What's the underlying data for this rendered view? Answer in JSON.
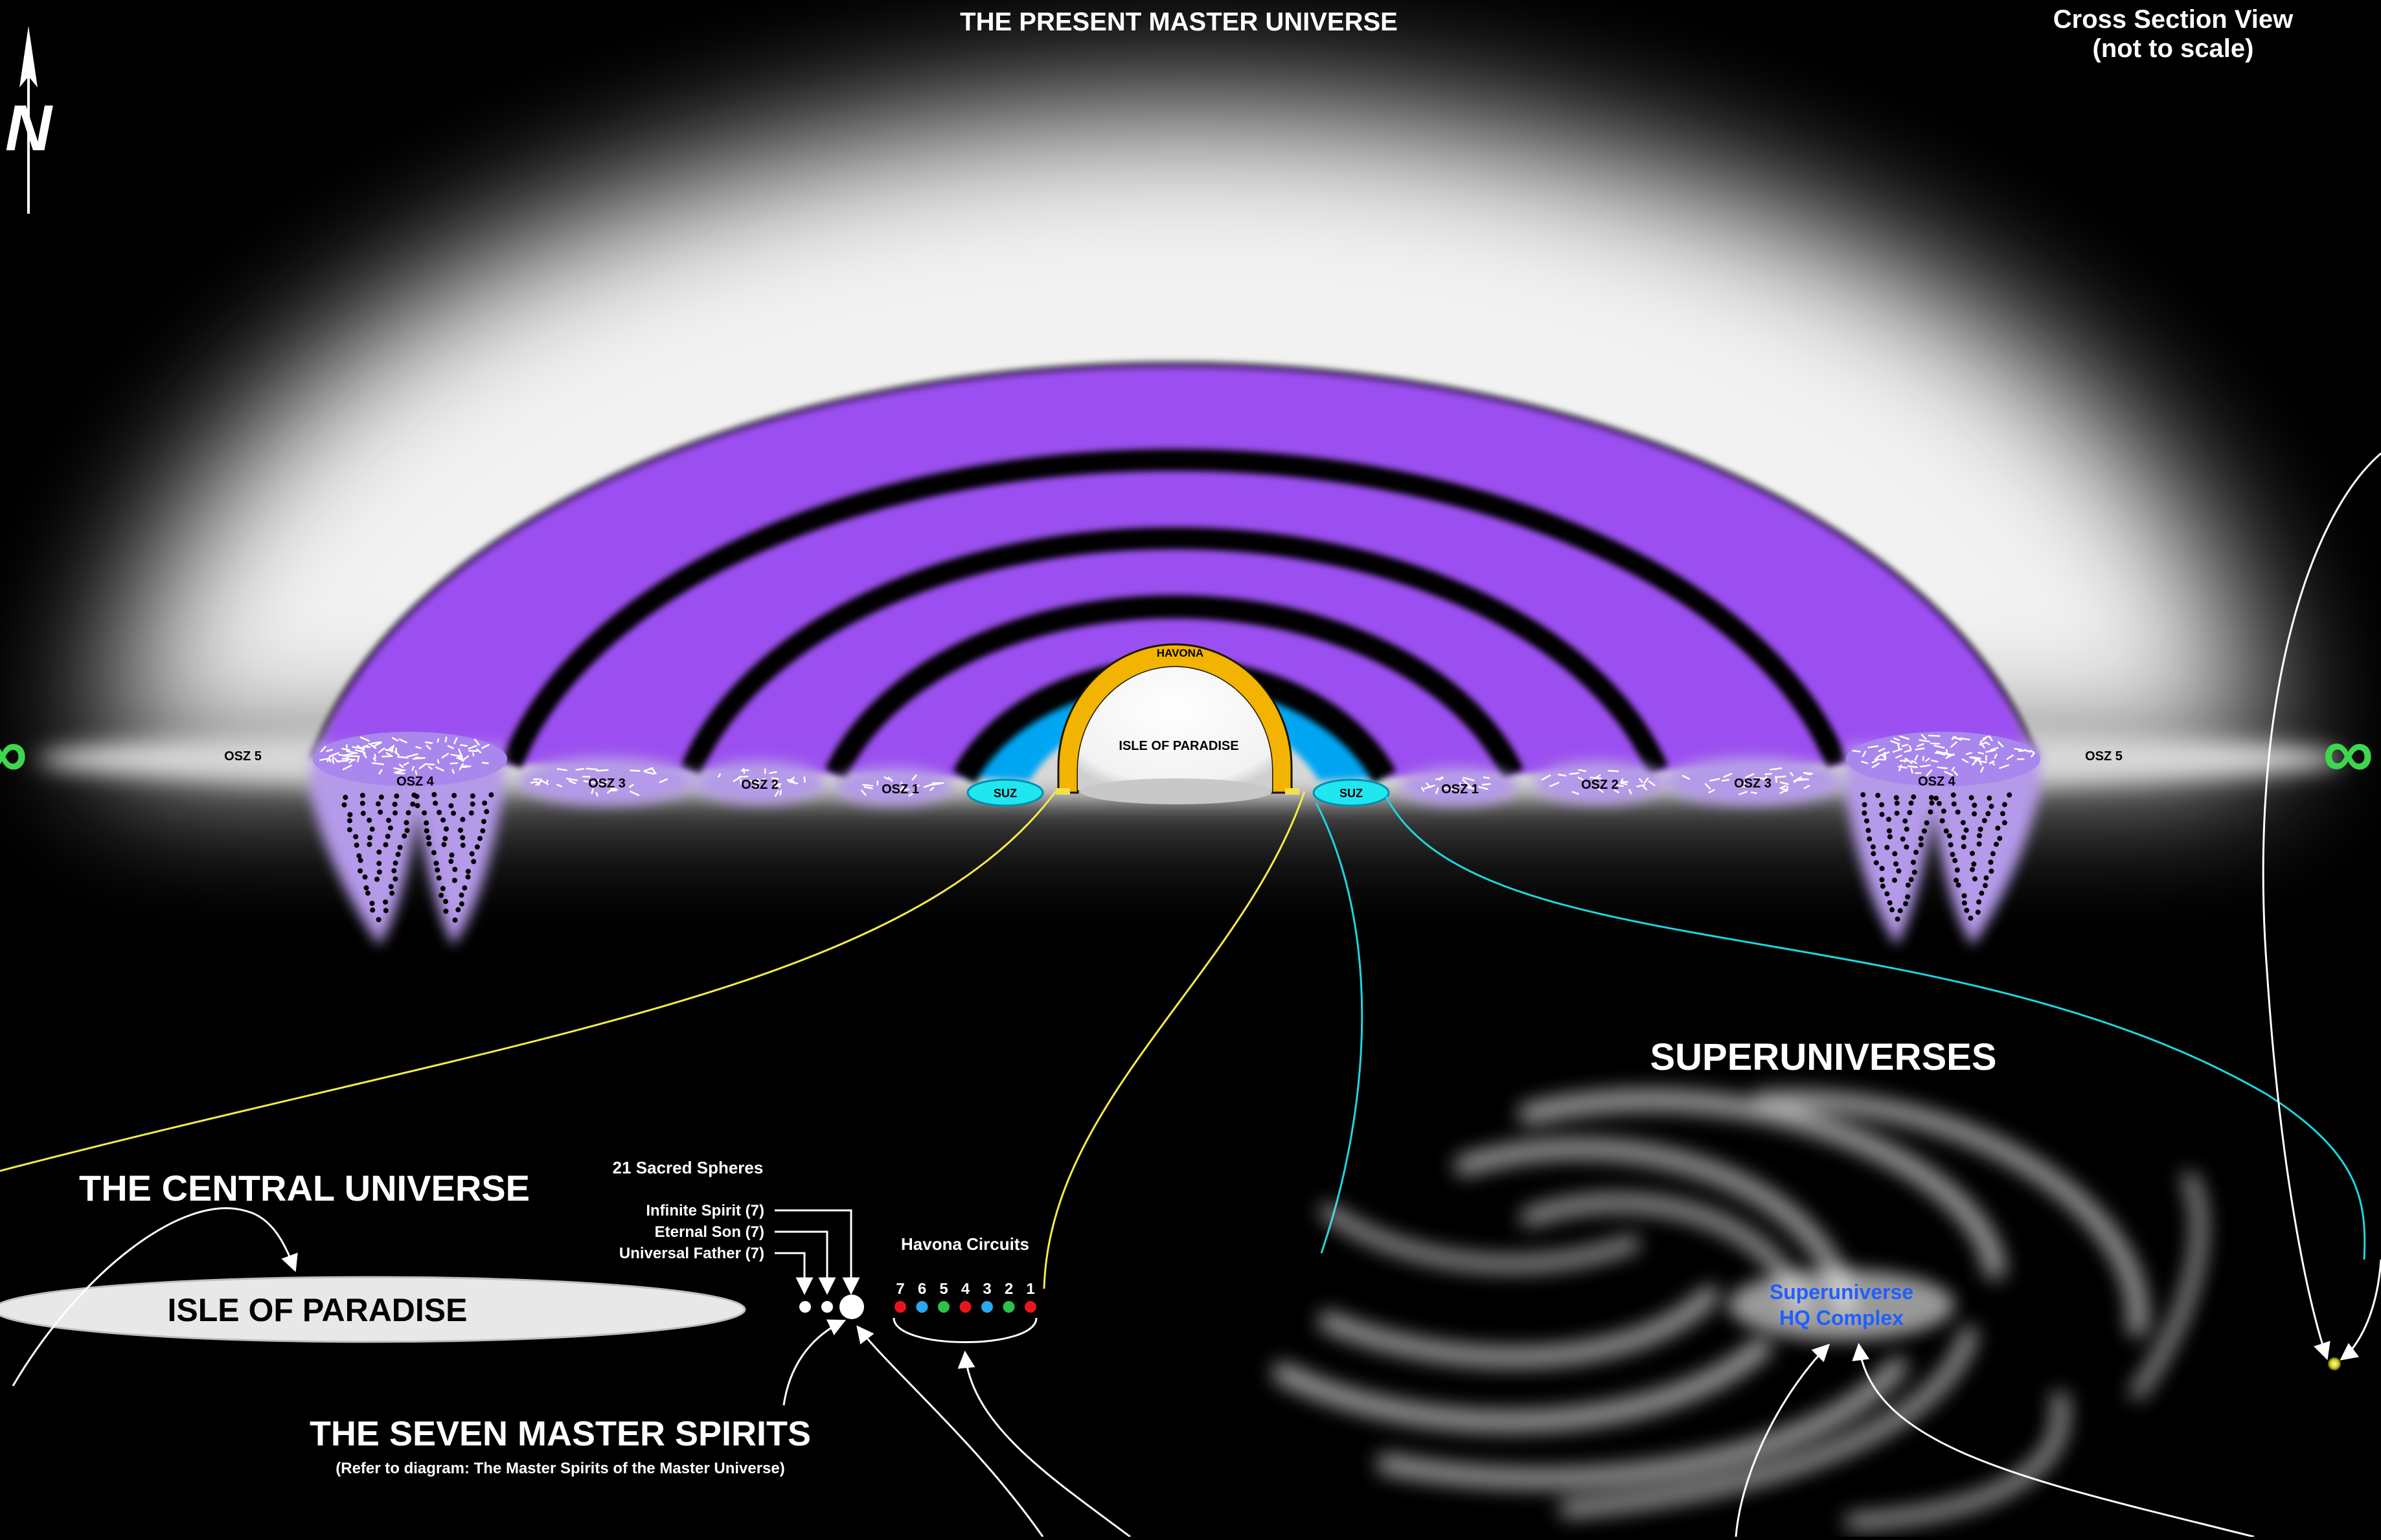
{
  "header": {
    "title": "THE PRESENT MASTER UNIVERSE",
    "view_line1": "Cross Section View",
    "view_line2": "(not to scale)"
  },
  "compass": {
    "letter": "N"
  },
  "zones": {
    "havona": "HAVONA",
    "isle": "ISLE OF PARADISE",
    "suz_left": "SUZ",
    "suz_right": "SUZ",
    "left": [
      "OSZ 5",
      "OSZ 4",
      "OSZ 3",
      "OSZ 2",
      "OSZ 1"
    ],
    "right": [
      "OSZ 1",
      "OSZ 2",
      "OSZ 3",
      "OSZ 4",
      "OSZ 5"
    ]
  },
  "infinity_symbol": "∞",
  "labels": {
    "central_universe": "THE CENTRAL UNIVERSE",
    "isle_of_paradise": "ISLE OF PARADISE",
    "sacred_spheres": "21 Sacred Spheres",
    "infinite_spirit": "Infinite Spirit (7)",
    "eternal_son": "Eternal Son (7)",
    "universal_father": "Universal Father (7)",
    "havona_circuits": "Havona Circuits",
    "circuit_numbers": [
      "7",
      "6",
      "5",
      "4",
      "3",
      "2",
      "1"
    ],
    "seven_master_spirits": "THE SEVEN MASTER SPIRITS",
    "master_spirits_ref": "(Refer to diagram: The Master Spirits of the Master Universe)",
    "superuniverses": "SUPERUNIVERSES",
    "hq_line1": "Superuniverse",
    "hq_line2": "HQ Complex"
  },
  "colors": {
    "purple": "#9b4ff0",
    "lavender": "#b49ae8",
    "cyan": "#00a6f2",
    "gold": "#f2b400",
    "hq_blue": "#1f5fff",
    "yellow_line": "#f5ec47",
    "teal_line": "#1dd6e0",
    "green_infinity": "#3ed64e",
    "circuit": [
      "#e8161c",
      "#2ba7ee",
      "#2fc24a",
      "#e8161c",
      "#2ba7ee",
      "#2fc24a",
      "#e8161c"
    ]
  }
}
